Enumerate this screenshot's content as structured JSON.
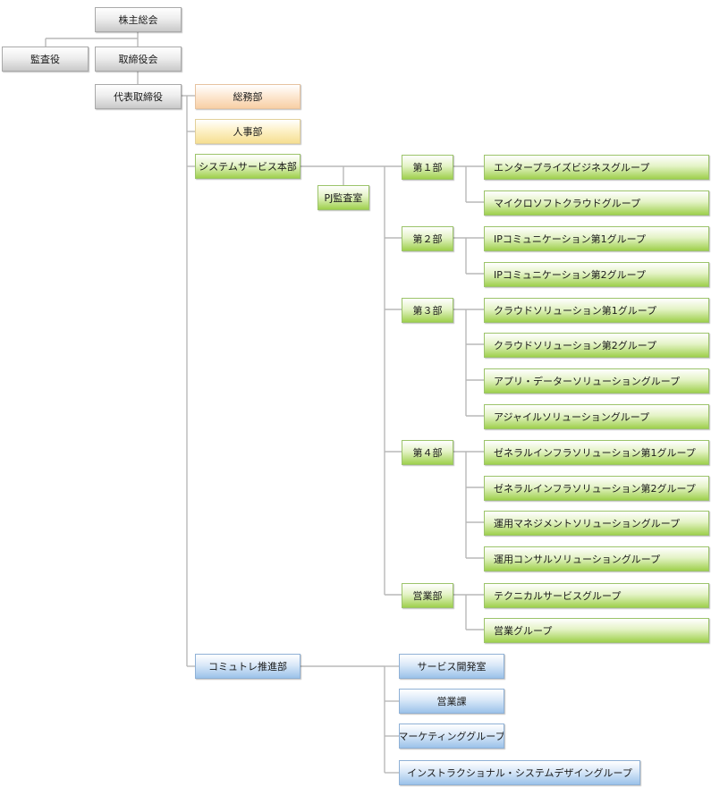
{
  "nodes": {
    "shareholders": "株主総会",
    "auditor": "監査役",
    "board": "取締役会",
    "ceo": "代表取締役",
    "general_affairs": "総務部",
    "hr": "人事部",
    "system_service_hq": "システムサービス本部",
    "pj_audit": "PJ監査室",
    "dept1": "第１部",
    "dept2": "第２部",
    "dept3": "第３部",
    "dept4": "第４部",
    "sales_dept": "営業部",
    "enterprise_biz": "エンタープライズビジネスグループ",
    "microsoft_cloud": "マイクロソフトクラウドグループ",
    "ip_comm1": "IPコミュニケーション第1グループ",
    "ip_comm2": "IPコミュニケーション第2グループ",
    "cloud_sol1": "クラウドソリューション第1グループ",
    "cloud_sol2": "クラウドソリューション第2グループ",
    "app_data_sol": "アプリ・データーソリューショングループ",
    "agile_sol": "アジャイルソリューショングループ",
    "general_infra1": "ゼネラルインフラソリューション第1グループ",
    "general_infra2": "ゼネラルインフラソリューション第2グループ",
    "ops_mgmt_sol": "運用マネジメントソリューショングループ",
    "ops_consult_sol": "運用コンサルソリューショングループ",
    "technical_service": "テクニカルサービスグループ",
    "sales_group": "営業グループ",
    "commutre_promo": "コミュトレ推進部",
    "service_dev": "サービス開発室",
    "sales_section": "営業課",
    "marketing": "マーケティンググループ",
    "instructional_design": "インストラクショナル・システムデザイングループ"
  }
}
